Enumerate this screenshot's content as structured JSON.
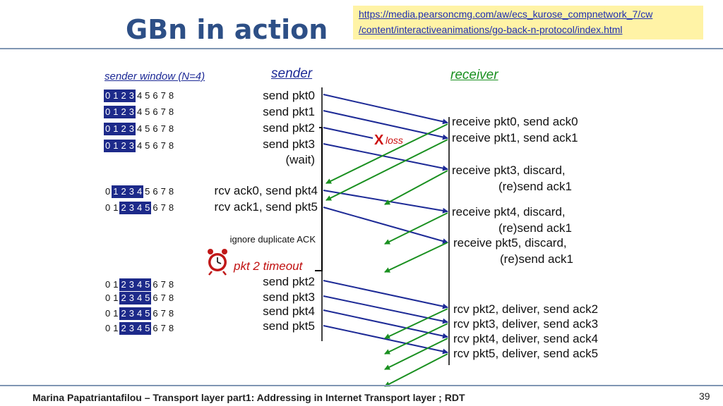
{
  "title": "GBn in action",
  "url_lines": [
    "https://media.pearsoncmg.com/aw/ecs_kurose_compnetwork_7/cw",
    "/content/interactiveanimations/go-back-n-protocol/index.html"
  ],
  "sender_window_label": "sender window (N=4)",
  "sender_header": "sender",
  "receiver_header": "receiver",
  "windows": [
    {
      "cells": [
        "0",
        "1",
        "2",
        "3",
        "4",
        "5",
        "6",
        "7",
        "8"
      ],
      "start": 0
    },
    {
      "cells": [
        "0",
        "1",
        "2",
        "3",
        "4",
        "5",
        "6",
        "7",
        "8"
      ],
      "start": 0
    },
    {
      "cells": [
        "0",
        "1",
        "2",
        "3",
        "4",
        "5",
        "6",
        "7",
        "8"
      ],
      "start": 0
    },
    {
      "cells": [
        "0",
        "1",
        "2",
        "3",
        "4",
        "5",
        "6",
        "7",
        "8"
      ],
      "start": 0
    },
    {
      "cells": [
        "0",
        "1",
        "2",
        "3",
        "4",
        "5",
        "6",
        "7",
        "8"
      ],
      "start": 1
    },
    {
      "cells": [
        "0",
        "1",
        "2",
        "3",
        "4",
        "5",
        "6",
        "7",
        "8"
      ],
      "start": 2
    },
    {
      "cells": [
        "0",
        "1",
        "2",
        "3",
        "4",
        "5",
        "6",
        "7",
        "8"
      ],
      "start": 2
    },
    {
      "cells": [
        "0",
        "1",
        "2",
        "3",
        "4",
        "5",
        "6",
        "7",
        "8"
      ],
      "start": 2
    },
    {
      "cells": [
        "0",
        "1",
        "2",
        "3",
        "4",
        "5",
        "6",
        "7",
        "8"
      ],
      "start": 2
    },
    {
      "cells": [
        "0",
        "1",
        "2",
        "3",
        "4",
        "5",
        "6",
        "7",
        "8"
      ],
      "start": 2
    }
  ],
  "sender_events": [
    "send  pkt0",
    "send  pkt1",
    "send  pkt2",
    "send  pkt3",
    "(wait)",
    "rcv ack0, send pkt4",
    "rcv ack1, send pkt5",
    "ignore duplicate ACK",
    "pkt 2 timeout",
    "send  pkt2",
    "send  pkt3",
    "send  pkt4",
    "send  pkt5"
  ],
  "receiver_events": [
    "receive pkt0, send ack0",
    "receive pkt1, send ack1",
    "receive pkt3, discard,",
    "(re)send ack1",
    "receive pkt4, discard,",
    "(re)send ack1",
    "receive pkt5, discard,",
    "(re)send ack1",
    "rcv pkt2, deliver, send ack2",
    "rcv pkt3, deliver, send ack3",
    "rcv pkt4, deliver, send ack4",
    "rcv pkt5, deliver, send ack5"
  ],
  "loss_mark": "X",
  "loss_label": "loss",
  "footer": "Marina Papatriantafilou –  Transport layer part1: Addressing in Internet Transport layer ; RDT",
  "page_number": "39",
  "colors": {
    "sender_arrow": "#1d2a96",
    "ack_arrow": "#1a9020",
    "loss": "#cc1010",
    "title": "#2d4f86"
  }
}
